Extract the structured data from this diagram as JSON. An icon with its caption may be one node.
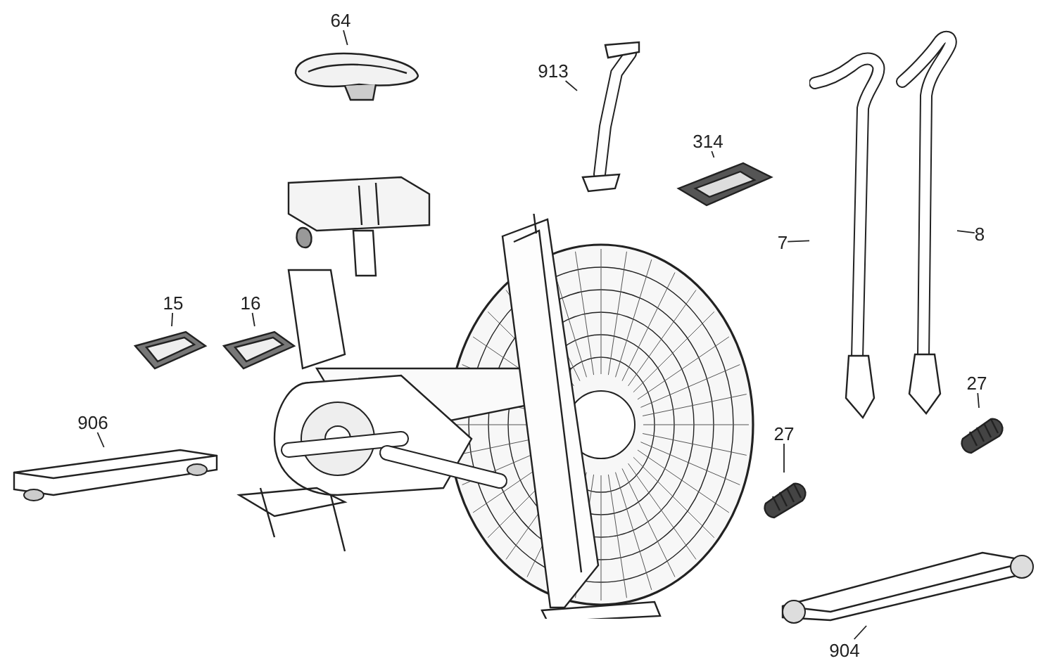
{
  "diagram": {
    "nodes": [
      {
        "text": [
          "64"
        ]
      },
      {
        "text": [],
        "shape": "picture"
      },
      {
        "text": [
          "913"
        ]
      },
      {
        "text": [],
        "shape": "picture"
      },
      {
        "text": [
          "314"
        ]
      },
      {
        "text": [],
        "shape": "picture"
      },
      {
        "text": [
          "7"
        ]
      },
      {
        "text": [],
        "shape": "picture"
      },
      {
        "text": [
          "8"
        ]
      },
      {
        "text": [],
        "shape": "picture"
      },
      {
        "text": [
          "15"
        ]
      },
      {
        "text": [],
        "shape": "picture"
      },
      {
        "text": [
          "16"
        ]
      },
      {
        "text": [],
        "shape": "picture"
      },
      {
        "text": [
          "906"
        ]
      },
      {
        "text": [],
        "shape": "picture"
      },
      {
        "text": [
          "27"
        ]
      },
      {
        "text": [],
        "shape": "picture"
      },
      {
        "text": [
          "27"
        ]
      },
      {
        "text": [],
        "shape": "picture"
      },
      {
        "text": [
          "904"
        ]
      },
      {
        "text": [],
        "shape": "picture"
      }
    ],
    "edges": [
      {
        "from": 0,
        "to": 1,
        "arrow": "none"
      },
      {
        "from": 2,
        "to": 3,
        "arrow": "none"
      },
      {
        "from": 4,
        "to": 5,
        "arrow": "none"
      },
      {
        "from": 6,
        "to": 7,
        "arrow": "none"
      },
      {
        "from": 8,
        "to": 9,
        "arrow": "none"
      },
      {
        "from": 10,
        "to": 11,
        "arrow": "none"
      },
      {
        "from": 12,
        "to": 13,
        "arrow": "none"
      },
      {
        "from": 14,
        "to": 15,
        "arrow": "none"
      },
      {
        "from": 16,
        "to": 17,
        "arrow": "none"
      },
      {
        "from": 18,
        "to": 19,
        "arrow": "none"
      },
      {
        "from": 20,
        "to": 21,
        "arrow": "none"
      }
    ]
  }
}
